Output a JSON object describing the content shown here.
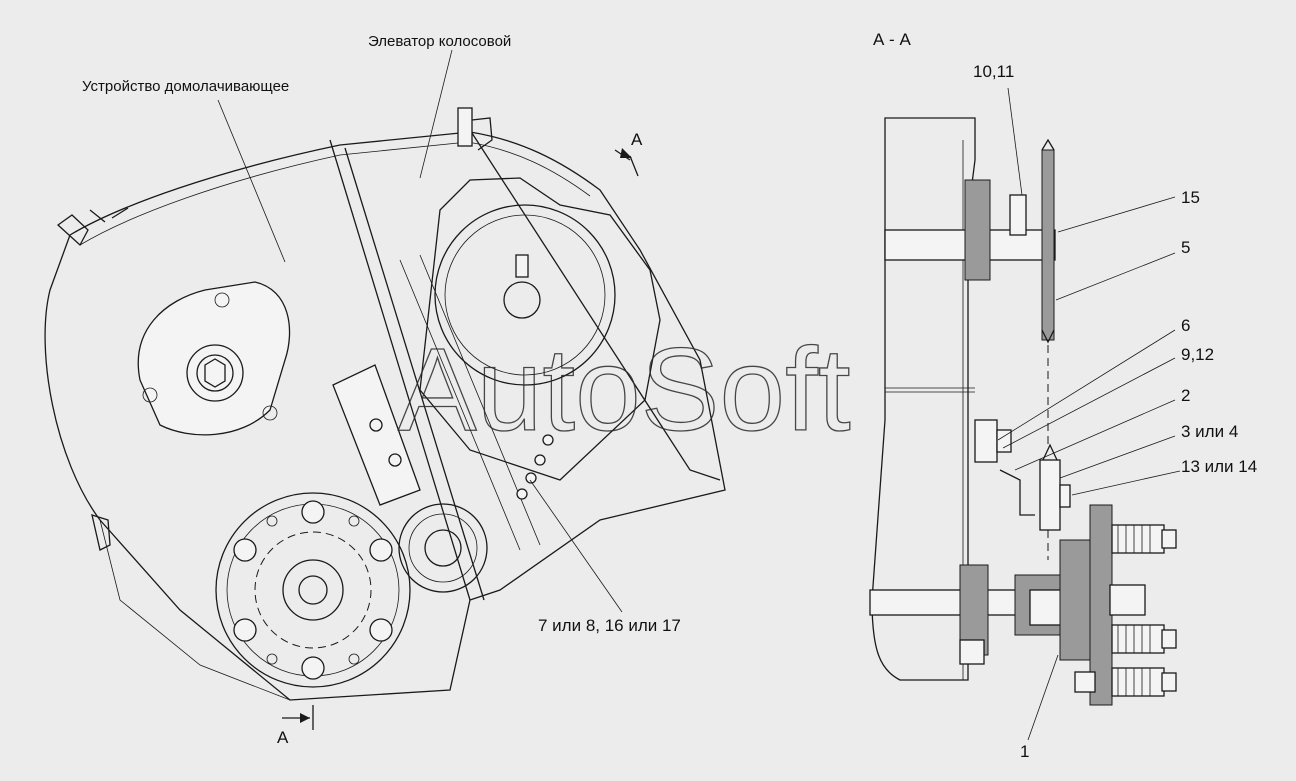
{
  "labels": {
    "damolachivayushchee": "Устройство домолачивающее",
    "elevator": "Элеватор колосовой",
    "section_title": "А - А",
    "section_mark_top": "А",
    "section_mark_bottom": "А",
    "callout_10_11": "10,11",
    "callout_15": "15",
    "callout_5": "5",
    "callout_6": "6",
    "callout_9_12": "9,12",
    "callout_2": "2",
    "callout_3_4": "3 или 4",
    "callout_13_14": "13 или 14",
    "callout_1": "1",
    "callout_7_8": "7 или 8, 16 или 17"
  },
  "watermark": "AutoSoft",
  "colors": {
    "background": "#ececec",
    "line": "#1a1a1a",
    "hatch": "#9a9a9a"
  }
}
